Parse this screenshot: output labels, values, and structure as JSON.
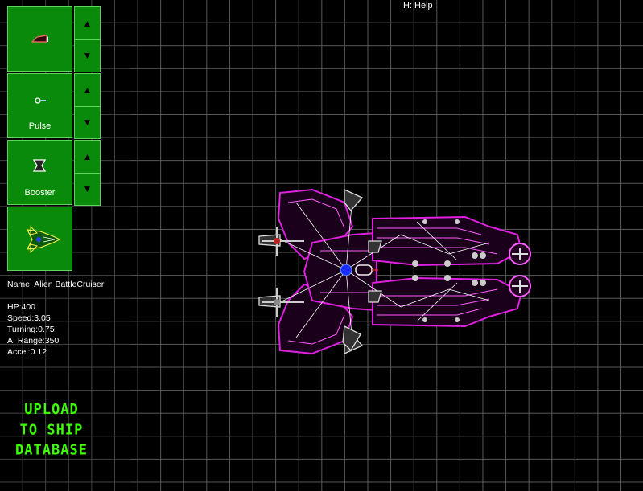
{
  "header": {
    "help_hint": "H: Help"
  },
  "parts": [
    {
      "label": "",
      "icon": "thruster-part-icon"
    },
    {
      "label": "Pulse",
      "icon": "pulse-gun-icon"
    },
    {
      "label": "Booster",
      "icon": "booster-icon"
    }
  ],
  "ship_info": {
    "name_line": "Name: Alien BattleCruiser",
    "hp": "HP:400",
    "speed": "Speed:3.05",
    "turning": "Turning:0.75",
    "ai_range": "AI Range:350",
    "accel": "Accel:0.12"
  },
  "upload": {
    "line1": "UPLOAD",
    "line2": "TO SHIP",
    "line3": "DATABASE"
  },
  "colors": {
    "panel_green": "#0a8a0a",
    "upload_text": "#3cff00",
    "ship_hull": "#d400d4",
    "grid": "#5a5a5a"
  }
}
